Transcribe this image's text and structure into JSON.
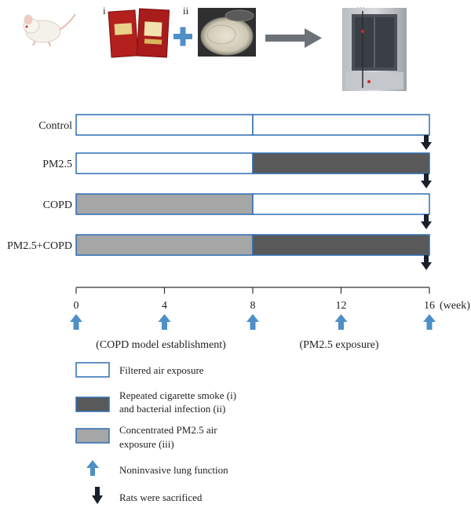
{
  "top_panel": {
    "label_i": "i",
    "label_ii": "ii",
    "label_iii": "iii"
  },
  "groups": [
    {
      "name": "Control",
      "segments": [
        "filtered",
        "filtered"
      ]
    },
    {
      "name": "PM2.5",
      "segments": [
        "filtered",
        "pm25"
      ]
    },
    {
      "name": "COPD",
      "segments": [
        "copd",
        "filtered"
      ]
    },
    {
      "name": "PM2.5+COPD",
      "segments": [
        "copd",
        "pm25"
      ]
    }
  ],
  "timeline": {
    "ticks": [
      "0",
      "4",
      "8",
      "12",
      "16"
    ],
    "unit": "(week)",
    "arrow_weeks": [
      0,
      4,
      8,
      12,
      16
    ],
    "phase1": "(COPD model establishment)",
    "phase2": "(PM2.5 exposure)"
  },
  "legend": {
    "filtered_line1": "Filtered air exposure",
    "copd_line1": "Repeated cigarette smoke (i)",
    "copd_line2": "and bacterial infection (ii)",
    "pm25_line1": "Concentrated PM2.5 air",
    "pm25_line2": "exposure (iii)",
    "lung": "Noninvasive lung function",
    "sacrificed": "Rats were sacrificed"
  },
  "colors": {
    "outline": "#2e6db4",
    "dark_fill": "#595959",
    "light_fill": "#a6a6a6",
    "arrow_blue": "#4e8fc7",
    "arrow_dark": "#1a1f2b",
    "process_arrow": "#6d7278"
  }
}
